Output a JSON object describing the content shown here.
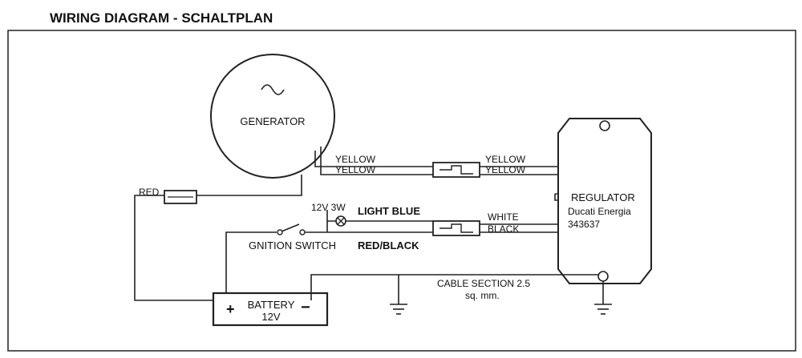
{
  "title": "WIRING DIAGRAM - SCHALTPLAN",
  "generator": {
    "symbol": "~",
    "label": "GENERATOR"
  },
  "regulator": {
    "label": "REGULATOR",
    "brand": "Ducati Energia",
    "part_number": "343637"
  },
  "battery": {
    "label": "BATTERY",
    "voltage": "12V",
    "plus": "+",
    "minus": "−"
  },
  "lamp": {
    "rating": "12V 3W",
    "wire_color": "LIGHT BLUE"
  },
  "switch": {
    "label": "GNITION SWITCH",
    "wire_color": "RED/BLACK"
  },
  "wires": {
    "yellow_1_left": "YELLOW",
    "yellow_2_left": "YELLOW",
    "yellow_1_right": "YELLOW",
    "yellow_2_right": "YELLOW",
    "red": "RED",
    "white": "WHITE",
    "black": "BLACK"
  },
  "cable_section": {
    "line1": "CABLE  SECTION  2.5",
    "line2": "sq. mm."
  }
}
